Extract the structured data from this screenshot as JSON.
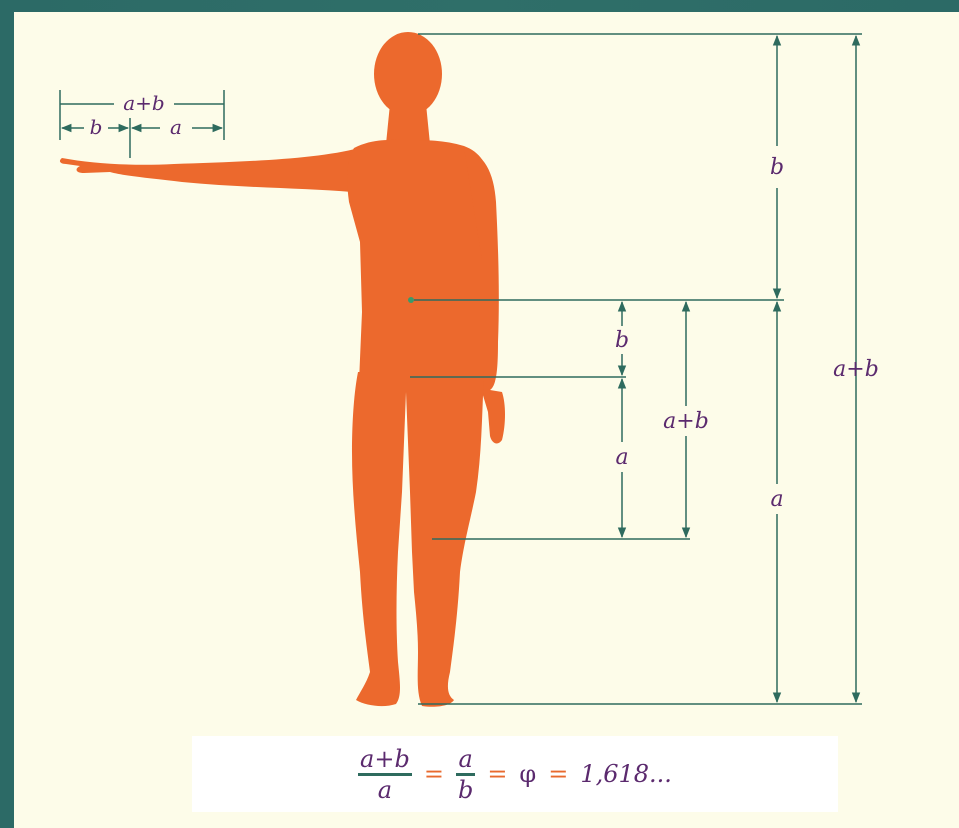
{
  "labels": {
    "a": "a",
    "b": "b",
    "a_plus_b": "a+b"
  },
  "formula": {
    "frac1_num": "a+b",
    "frac1_den": "a",
    "eq1": "=",
    "frac2_num": "a",
    "frac2_den": "b",
    "eq2": "=",
    "phi": "φ",
    "eq3": "=",
    "value": "1,618..."
  },
  "colors": {
    "background": "#fdfce9",
    "frame": "#2c6a66",
    "figure": "#ec692d",
    "lines": "#2e6b5e",
    "label_text": "#5b2a6e",
    "equals": "#e86a2e"
  }
}
